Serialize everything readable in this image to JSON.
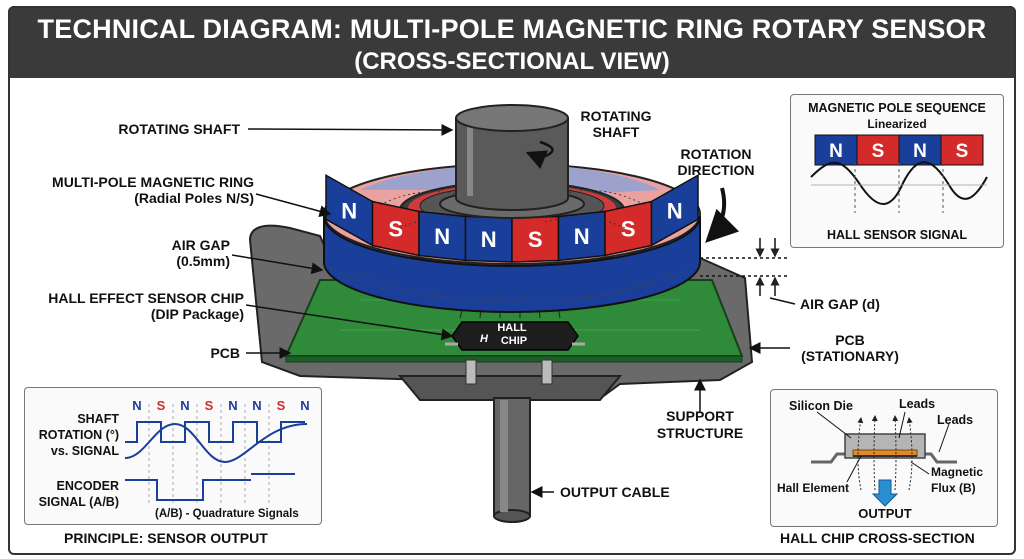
{
  "header": {
    "title": "TECHNICAL DIAGRAM: MULTI-POLE MAGNETIC RING ROTARY SENSOR",
    "subtitle": "(CROSS-SECTIONAL VIEW)"
  },
  "callouts": {
    "rotating_shaft": "ROTATING SHAFT",
    "shaft_line1": "ROTATING",
    "shaft_line2": "SHAFT",
    "ring_line1": "MULTI-POLE MAGNETIC RING",
    "ring_line2": "(Radial Poles N/S)",
    "rotation_line1": "ROTATION",
    "rotation_line2": "DIRECTION",
    "airgap_line1": "AIR GAP",
    "airgap_line2": "(0.5mm)",
    "airgap_d": "AIR GAP (d)",
    "hall_line1": "HALL EFFECT SENSOR CHIP",
    "hall_line2": "(DIP Package)",
    "pcb_left": "PCB",
    "pcb_right_line1": "PCB",
    "pcb_right_line2": "(STATIONARY)",
    "support_line1": "SUPPORT",
    "support_line2": "STRUCTURE",
    "output_cable": "OUTPUT CABLE",
    "chip_line1": "HALL",
    "chip_line2": "CHIP",
    "chip_h": "H"
  },
  "ring_poles": [
    "N",
    "S",
    "N",
    "N",
    "S",
    "N",
    "S",
    "N"
  ],
  "pole_sequence_panel": {
    "title": "MAGNETIC POLE SEQUENCE",
    "subtitle": "Linearized",
    "poles": [
      "N",
      "S",
      "N",
      "S"
    ],
    "caption": "HALL SENSOR SIGNAL"
  },
  "output_panel": {
    "poles": [
      "N",
      "S",
      "N",
      "S",
      "N",
      "N",
      "S",
      "N"
    ],
    "shaft_line1": "SHAFT",
    "shaft_line2": "ROTATION (°)",
    "shaft_line3": "vs. SIGNAL",
    "encoder_line1": "ENCODER",
    "encoder_line2": "SIGNAL (A/B)",
    "quadrature": "(A/B) - Quadrature Signals",
    "caption": "PRINCIPLE: SENSOR OUTPUT"
  },
  "chip_section_panel": {
    "silicon_die": "Silicon Die",
    "leads_top": "Leads",
    "leads_right": "Leads",
    "hall_element": "Hall Element",
    "flux_line1": "Magnetic",
    "flux_line2": "Flux (B)",
    "output": "OUTPUT",
    "caption": "HALL CHIP CROSS-SECTION"
  },
  "colors": {
    "north": "#1a3f9a",
    "south": "#d42a2a",
    "pcb": "#2f8a3a",
    "housing": "#5a5a5a",
    "header": "#3a3a3a",
    "output_arrow": "#2a8fd0"
  }
}
